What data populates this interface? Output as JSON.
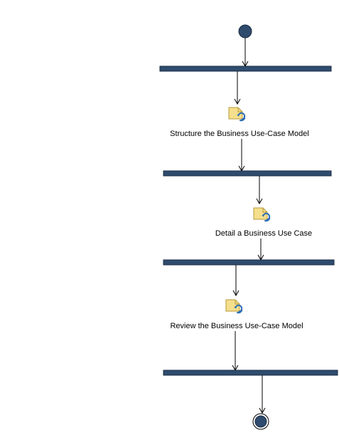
{
  "diagram": {
    "type": "activity-diagram",
    "activities": [
      {
        "label": "Structure the Business Use-Case Model",
        "icon": "task-activity-icon"
      },
      {
        "label": "Detail a Business Use Case",
        "icon": "task-activity-icon"
      },
      {
        "label": "Review the Business Use-Case Model",
        "icon": "task-activity-icon"
      }
    ],
    "colors": {
      "bar_fill": "#2f4b6e",
      "bar_stroke": "#1a2c44",
      "node_fill": "#2f4b6e",
      "icon_fill": "#f5df8c",
      "icon_stroke": "#b89a3a",
      "icon_cycle": "#2b6cb5",
      "line": "#000000"
    }
  }
}
